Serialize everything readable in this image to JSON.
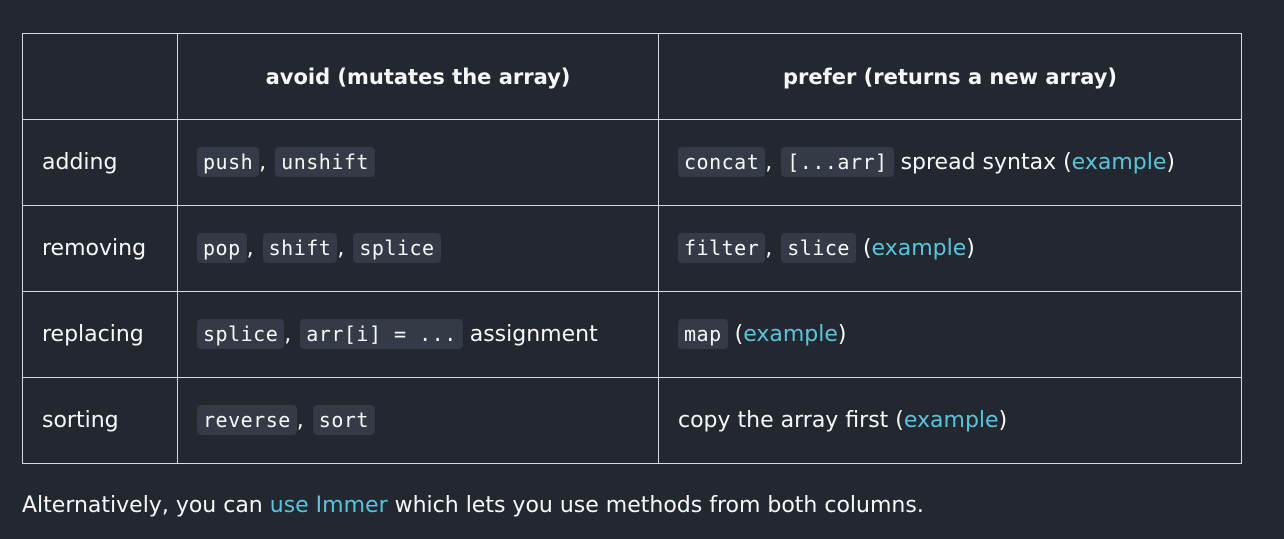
{
  "table": {
    "headers": [
      "",
      "avoid (mutates the array)",
      "prefer (returns a new array)"
    ],
    "rows": [
      {
        "label": "adding",
        "avoid": {
          "methods": [
            "push",
            "unshift"
          ],
          "suffix": ""
        },
        "prefer": {
          "methods": [
            "concat",
            "[...arr]"
          ],
          "text": " spread syntax (",
          "link": "example",
          "close": ")"
        }
      },
      {
        "label": "removing",
        "avoid": {
          "methods": [
            "pop",
            "shift",
            "splice"
          ],
          "suffix": ""
        },
        "prefer": {
          "methods": [
            "filter",
            "slice"
          ],
          "text": " (",
          "link": "example",
          "close": ")"
        }
      },
      {
        "label": "replacing",
        "avoid": {
          "methods": [
            "splice",
            "arr[i] = ..."
          ],
          "suffix": " assignment"
        },
        "prefer": {
          "methods": [
            "map"
          ],
          "text": " (",
          "link": "example",
          "close": ")"
        }
      },
      {
        "label": "sorting",
        "avoid": {
          "methods": [
            "reverse",
            "sort"
          ],
          "suffix": ""
        },
        "prefer": {
          "methods": [],
          "text": "copy the array first (",
          "link": "example",
          "close": ")"
        }
      }
    ]
  },
  "note": {
    "before": "Alternatively, you can ",
    "link": "use Immer",
    "after": " which lets you use methods from both columns."
  },
  "colors": {
    "background": "#23272f",
    "text": "#f6f7f9",
    "code_background": "#343a46",
    "link": "#58c4dc",
    "border": "#d6d9df"
  }
}
